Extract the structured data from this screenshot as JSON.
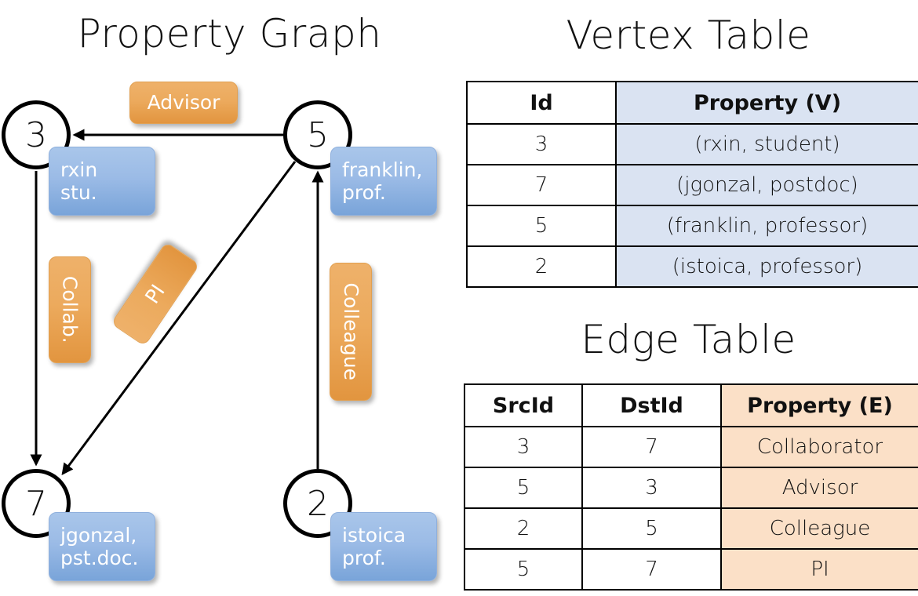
{
  "titles": {
    "graph": "Property Graph",
    "vertex_table": "Vertex Table",
    "edge_table": "Edge Table"
  },
  "graph": {
    "nodes": [
      {
        "id": "3",
        "label_line1": "rxin",
        "label_line2": "stu."
      },
      {
        "id": "5",
        "label_line1": "franklin,",
        "label_line2": "prof."
      },
      {
        "id": "7",
        "label_line1": "jgonzal,",
        "label_line2": "pst.doc."
      },
      {
        "id": "2",
        "label_line1": "istoica",
        "label_line2": "prof."
      }
    ],
    "edge_labels": [
      {
        "name": "advisor",
        "text": "Advisor"
      },
      {
        "name": "collab",
        "text": "Collab."
      },
      {
        "name": "pi",
        "text": "PI"
      },
      {
        "name": "colleague",
        "text": "Colleague"
      }
    ]
  },
  "vertex_table": {
    "headers": [
      "Id",
      "Property (V)"
    ],
    "rows": [
      [
        "3",
        "(rxin, student)"
      ],
      [
        "7",
        "(jgonzal, postdoc)"
      ],
      [
        "5",
        "(franklin, professor)"
      ],
      [
        "2",
        "(istoica, professor)"
      ]
    ]
  },
  "edge_table": {
    "headers": [
      "SrcId",
      "DstId",
      "Property (E)"
    ],
    "rows": [
      [
        "3",
        "7",
        "Collaborator"
      ],
      [
        "5",
        "3",
        "Advisor"
      ],
      [
        "2",
        "5",
        "Colleague"
      ],
      [
        "5",
        "7",
        "PI"
      ]
    ]
  },
  "colors": {
    "vertex_property_fill": "#dae3f2",
    "edge_property_fill": "#fbe0c7",
    "node_label_blue": "#9bbbe6",
    "edge_label_orange": "#ecaa5d",
    "stroke": "#000000",
    "background": "#ffffff"
  }
}
